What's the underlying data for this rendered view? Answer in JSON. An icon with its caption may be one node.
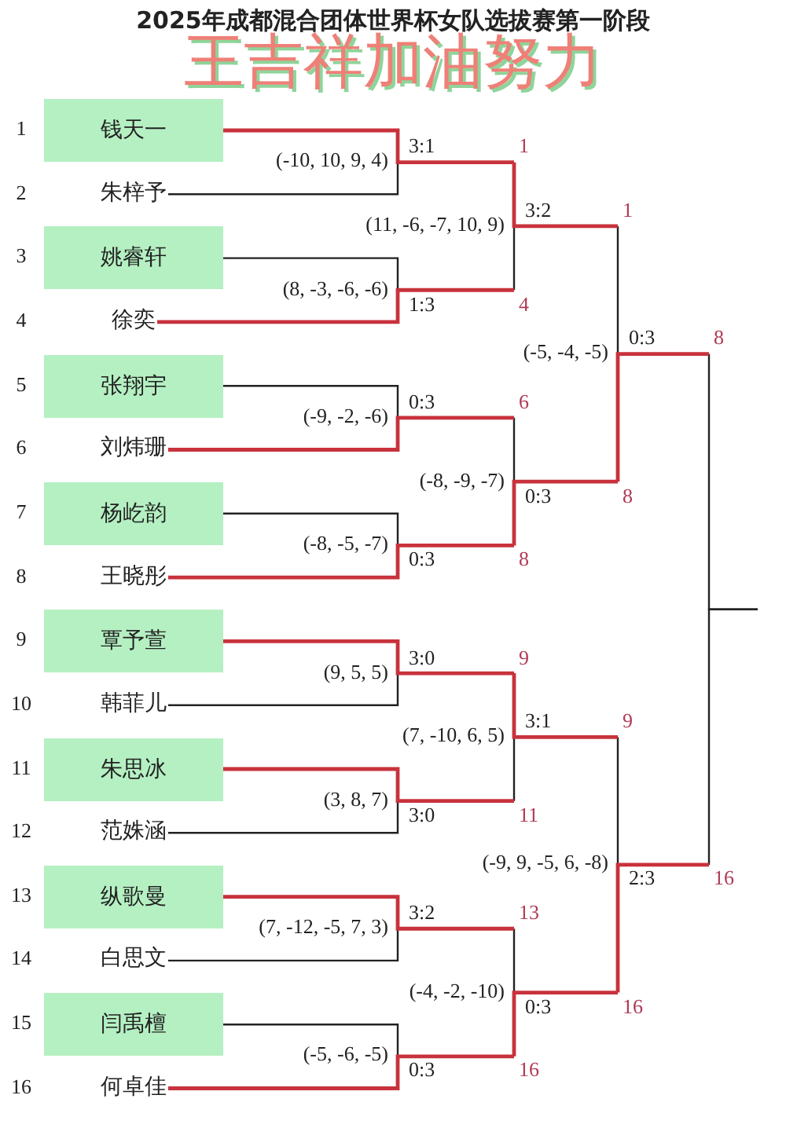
{
  "diagram": {
    "title": "2025年成都混合团体世界杯女队选拔赛第一阶段",
    "nodes": [
      {
        "text": [
          "钱天一"
        ]
      },
      {
        "text": [
          "朱梓予"
        ]
      },
      {
        "text": [
          "姚睿轩"
        ]
      },
      {
        "text": [
          "徐奕"
        ]
      },
      {
        "text": [
          "张翔宇"
        ]
      },
      {
        "text": [
          "刘炜珊"
        ]
      },
      {
        "text": [
          "杨屹韵"
        ]
      },
      {
        "text": [
          "王晓彤"
        ]
      },
      {
        "text": [
          "覃予萱"
        ]
      },
      {
        "text": [
          "韩菲儿"
        ]
      },
      {
        "text": [
          "朱思冰"
        ]
      },
      {
        "text": [
          "范姝涵"
        ]
      },
      {
        "text": [
          "纵歌曼"
        ]
      },
      {
        "text": [
          "白思文"
        ]
      },
      {
        "text": [
          "闫禹檀"
        ]
      },
      {
        "text": [
          "何卓佳"
        ]
      },
      {
        "text": [
          "1"
        ],
        "beside": [
          "3:1",
          "(-10, 10, 9, 4)"
        ]
      },
      {
        "text": [
          "4"
        ],
        "beside": [
          "1:3",
          "(8, -3, -6, -6)"
        ]
      },
      {
        "text": [
          "6"
        ],
        "beside": [
          "0:3",
          "(-9, -2, -6)"
        ]
      },
      {
        "text": [
          "8"
        ],
        "beside": [
          "0:3",
          "(-8, -5, -7)"
        ]
      },
      {
        "text": [
          "9"
        ],
        "beside": [
          "3:0",
          "(9, 5, 5)"
        ]
      },
      {
        "text": [
          "11"
        ],
        "beside": [
          "3:0",
          "(3, 8, 7)"
        ]
      },
      {
        "text": [
          "13"
        ],
        "beside": [
          "3:2",
          "(7, -12, -5, 7, 3)"
        ]
      },
      {
        "text": [
          "16"
        ],
        "beside": [
          "0:3",
          "(-5, -6, -5)"
        ]
      },
      {
        "text": [
          "1"
        ],
        "beside": [
          "3:2",
          "(11, -6, -7, 10, 9)"
        ]
      },
      {
        "text": [
          "8"
        ],
        "beside": [
          "0:3",
          "(-8, -9, -7)"
        ]
      },
      {
        "text": [
          "9"
        ],
        "beside": [
          "3:1",
          "(7, -10, 6, 5)"
        ]
      },
      {
        "text": [
          "16"
        ],
        "beside": [
          "0:3",
          "(-4, -2, -10)"
        ]
      },
      {
        "text": [
          "8"
        ],
        "beside": [
          "0:3",
          "(-5, -4, -5)"
        ]
      },
      {
        "text": [
          "16"
        ],
        "beside": [
          "2:3",
          "(-9, 9, -5, 6, -8)"
        ]
      }
    ],
    "edges": [
      {
        "from": 0,
        "to": 16,
        "arrow": "none",
        "color": "#c8323c"
      },
      {
        "from": 1,
        "to": 16,
        "arrow": "none"
      },
      {
        "from": 2,
        "to": 17,
        "arrow": "none"
      },
      {
        "from": 3,
        "to": 17,
        "arrow": "none",
        "color": "#c8323c"
      },
      {
        "from": 4,
        "to": 18,
        "arrow": "none"
      },
      {
        "from": 5,
        "to": 18,
        "arrow": "none",
        "color": "#c8323c"
      },
      {
        "from": 6,
        "to": 19,
        "arrow": "none"
      },
      {
        "from": 7,
        "to": 19,
        "arrow": "none",
        "color": "#c8323c"
      },
      {
        "from": 8,
        "to": 20,
        "arrow": "none",
        "color": "#c8323c"
      },
      {
        "from": 9,
        "to": 20,
        "arrow": "none"
      },
      {
        "from": 10,
        "to": 21,
        "arrow": "none",
        "color": "#c8323c"
      },
      {
        "from": 11,
        "to": 21,
        "arrow": "none"
      },
      {
        "from": 12,
        "to": 22,
        "arrow": "none",
        "color": "#c8323c"
      },
      {
        "from": 13,
        "to": 22,
        "arrow": "none"
      },
      {
        "from": 14,
        "to": 23,
        "arrow": "none"
      },
      {
        "from": 15,
        "to": 23,
        "arrow": "none",
        "color": "#c8323c"
      },
      {
        "from": 16,
        "to": 24,
        "arrow": "none",
        "color": "#c8323c"
      },
      {
        "from": 17,
        "to": 24,
        "arrow": "none"
      },
      {
        "from": 18,
        "to": 25,
        "arrow": "none"
      },
      {
        "from": 19,
        "to": 25,
        "arrow": "none",
        "color": "#c8323c"
      },
      {
        "from": 20,
        "to": 26,
        "arrow": "none",
        "color": "#c8323c"
      },
      {
        "from": 21,
        "to": 26,
        "arrow": "none"
      },
      {
        "from": 22,
        "to": 27,
        "arrow": "none"
      },
      {
        "from": 23,
        "to": 27,
        "arrow": "none",
        "color": "#c8323c"
      },
      {
        "from": 24,
        "to": 28,
        "arrow": "none"
      },
      {
        "from": 25,
        "to": 28,
        "arrow": "none",
        "color": "#c8323c"
      },
      {
        "from": 26,
        "to": 29,
        "arrow": "none"
      },
      {
        "from": 27,
        "to": 29,
        "arrow": "none",
        "color": "#c8323c"
      },
      {
        "from": 28,
        "to": null,
        "arrow": "none"
      },
      {
        "from": 29,
        "to": null,
        "arrow": "none"
      }
    ],
    "labels": [
      "王吉祥加油努力",
      "1",
      "2",
      "3",
      "4",
      "5",
      "6",
      "7",
      "8",
      "9",
      "10",
      "11",
      "12",
      "13",
      "14",
      "15",
      "16"
    ]
  }
}
